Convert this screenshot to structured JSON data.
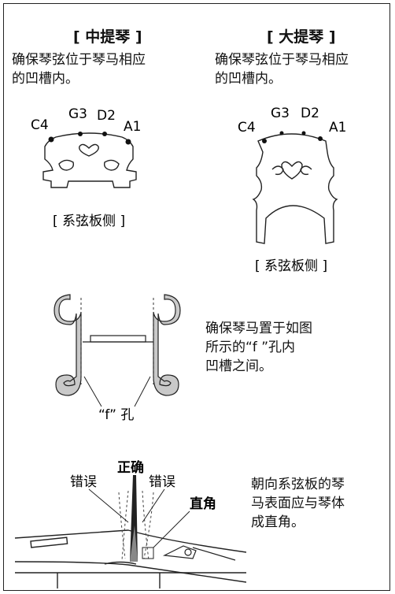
{
  "viola": {
    "title": "[ 中提琴 ]",
    "desc_line1": "确保琴弦位于琴马相应",
    "desc_line2": "的凹槽内。",
    "strings": [
      "C4",
      "G3",
      "D2",
      "A1"
    ],
    "side_label": "[ 系弦板侧 ]"
  },
  "cello": {
    "title": "[ 大提琴 ]",
    "desc_line1": "确保琴弦位于琴马相应",
    "desc_line2": "的凹槽内。",
    "strings": [
      "C4",
      "G3",
      "D2",
      "A1"
    ],
    "side_label": "[ 系弦板侧 ]"
  },
  "fhole_section": {
    "note_lines": [
      "确保琴马置于如图",
      "所示的“f ”孔内",
      "凹槽之间。"
    ],
    "fhole_label": "“f” 孔"
  },
  "angle_section": {
    "correct_label": "正确",
    "wrong_left_label": "错误",
    "wrong_right_label": "错误",
    "right_angle_label": "直角",
    "note_lines": [
      "朝向系弦板的琴",
      "马表面应与琴体",
      "成直角。"
    ]
  }
}
